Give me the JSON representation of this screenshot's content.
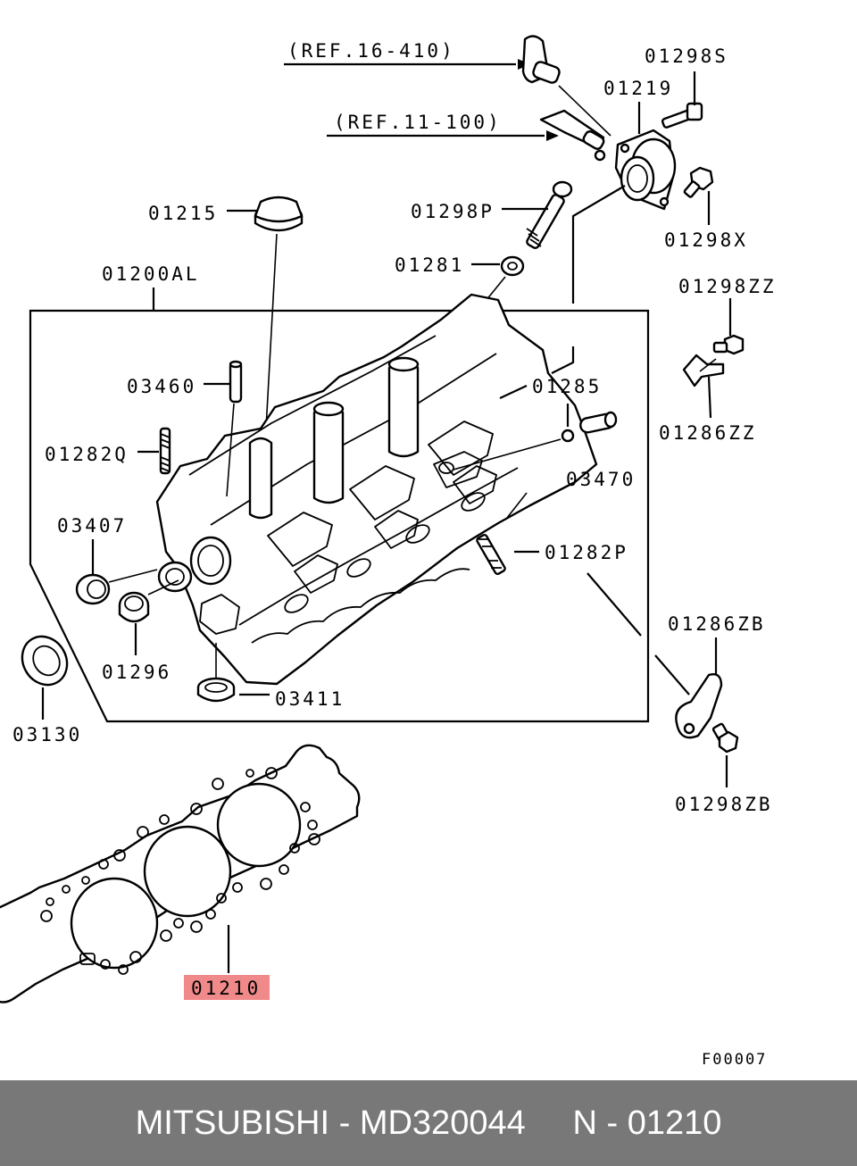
{
  "labels": {
    "ref_16_410": "(REF.16-410)",
    "ref_11_100": "(REF.11-100)",
    "p01298S": "01298S",
    "p01219": "01219",
    "p01215": "01215",
    "p01298P": "01298P",
    "p01298X": "01298X",
    "p01281": "01281",
    "p01200AL": "01200AL",
    "p01298ZZ": "01298ZZ",
    "p03460": "03460",
    "p01285": "01285",
    "p01286ZZ": "01286ZZ",
    "p01282Q": "01282Q",
    "p03470": "03470",
    "p03407": "03407",
    "p01282P": "01282P",
    "p01286ZB": "01286ZB",
    "p01296": "01296",
    "p03411": "03411",
    "p03130": "03130",
    "p01298ZB": "01298ZB",
    "p01210": "01210",
    "figure_code": "F00007"
  },
  "highlight_color": "#f08a8a",
  "footer": {
    "brand": "MITSUBISHI",
    "part_number": "MD320044",
    "ref_code": "N - 01210",
    "text": "MITSUBISHI - MD320044     N - 01210"
  }
}
